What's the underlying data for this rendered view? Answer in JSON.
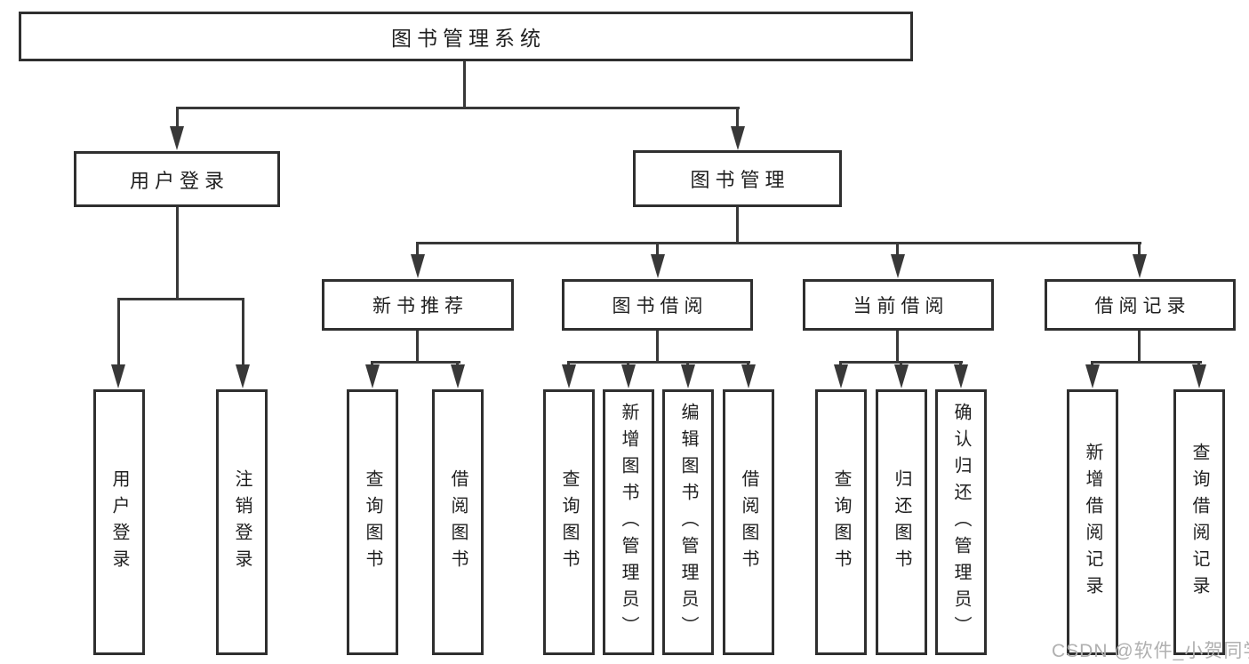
{
  "diagram": {
    "root": "图书管理系统",
    "level2": [
      "用户登录",
      "图书管理"
    ],
    "level3": [
      "新书推荐",
      "图书借阅",
      "当前借阅",
      "借阅记录"
    ],
    "leaves": [
      {
        "parent": "用户登录",
        "label": "用户登录"
      },
      {
        "parent": "用户登录",
        "label": "注销登录"
      },
      {
        "parent": "新书推荐",
        "label": "查询图书"
      },
      {
        "parent": "新书推荐",
        "label": "借阅图书"
      },
      {
        "parent": "图书借阅",
        "label": "查询图书"
      },
      {
        "parent": "图书借阅",
        "label": "新增图书（管理员）"
      },
      {
        "parent": "图书借阅",
        "label": "编辑图书（管理员）"
      },
      {
        "parent": "图书借阅",
        "label": "借阅图书"
      },
      {
        "parent": "当前借阅",
        "label": "查询图书"
      },
      {
        "parent": "当前借阅",
        "label": "归还图书"
      },
      {
        "parent": "当前借阅",
        "label": "确认归还（管理员）"
      },
      {
        "parent": "借阅记录",
        "label": "新增借阅记录"
      },
      {
        "parent": "借阅记录",
        "label": "查询借阅记录"
      }
    ]
  },
  "watermark": "CSDN @软件_小贺同学",
  "colors": {
    "line": "#383838",
    "box_border": "#2f2f2f",
    "text": "#1f1f1f",
    "watermark_text": "#b0b0b0",
    "background": "#ffffff"
  }
}
